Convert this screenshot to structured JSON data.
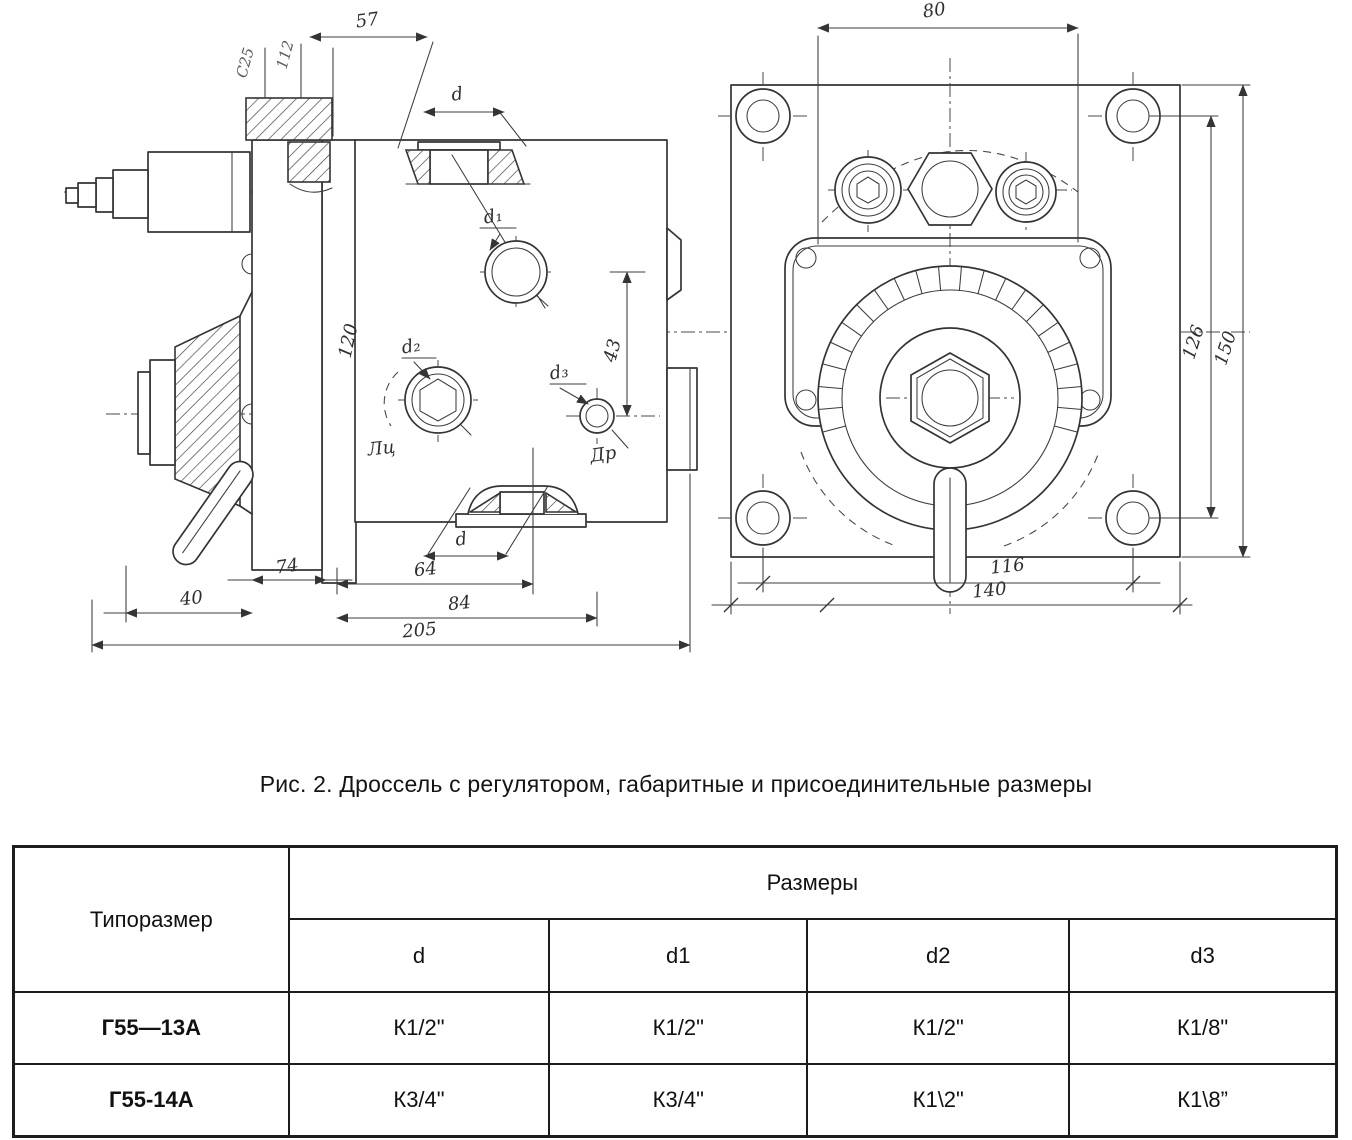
{
  "figure": {
    "caption": "Рис. 2. Дроссель с регулятором, габаритные и присоединительные размеры",
    "left_view": {
      "note_a": "С25",
      "note_b": "112",
      "dim_57": "57",
      "dim_d_top": "d",
      "dim_d1": "d₁",
      "dim_120": "120",
      "dim_43": "43",
      "dim_d2": "d₂",
      "dim_d3": "d₃",
      "label_lc": "Лц",
      "label_dr": "Др",
      "dim_d_bottom": "d",
      "dim_74": "74",
      "dim_40": "40",
      "dim_64": "64",
      "dim_84": "84",
      "dim_205": "205"
    },
    "right_view": {
      "dim_80": "80",
      "dim_126": "126",
      "dim_150": "150",
      "dim_116": "116",
      "dim_140": "140"
    }
  },
  "table": {
    "col1_header": "Типоразмер",
    "group_header": "Размеры",
    "columns": [
      "d",
      "d1",
      "d2",
      "d3"
    ],
    "rows": [
      {
        "model": "Г55—13А",
        "values": [
          "К1/2\"",
          "К1/2\"",
          "К1/2\"",
          "К1/8\""
        ]
      },
      {
        "model": "Г55-14А",
        "values": [
          "К3/4\"",
          "К3/4\"",
          "К1\\2\"",
          "К1\\8”"
        ]
      }
    ]
  }
}
